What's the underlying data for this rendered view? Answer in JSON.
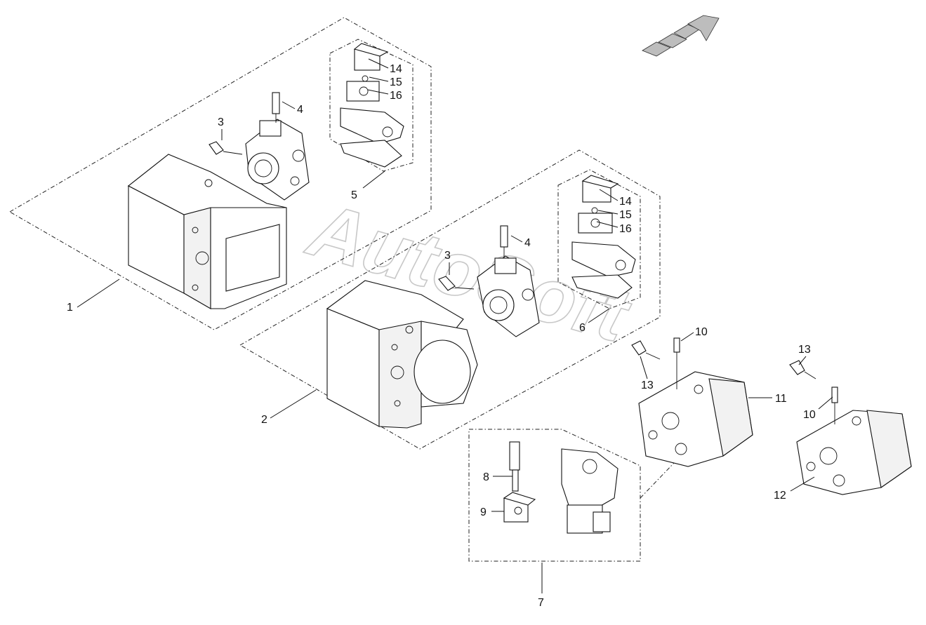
{
  "watermark": "AutoSoft",
  "callouts": {
    "c1": "1",
    "c2": "2",
    "c3a": "3",
    "c3b": "3",
    "c4a": "4",
    "c4b": "4",
    "c5": "5",
    "c6": "6",
    "c7": "7",
    "c8": "8",
    "c9": "9",
    "c10a": "10",
    "c10b": "10",
    "c11": "11",
    "c12": "12",
    "c13a": "13",
    "c13b": "13",
    "c14a": "14",
    "c14b": "14",
    "c15a": "15",
    "c15b": "15",
    "c16a": "16",
    "c16b": "16"
  }
}
